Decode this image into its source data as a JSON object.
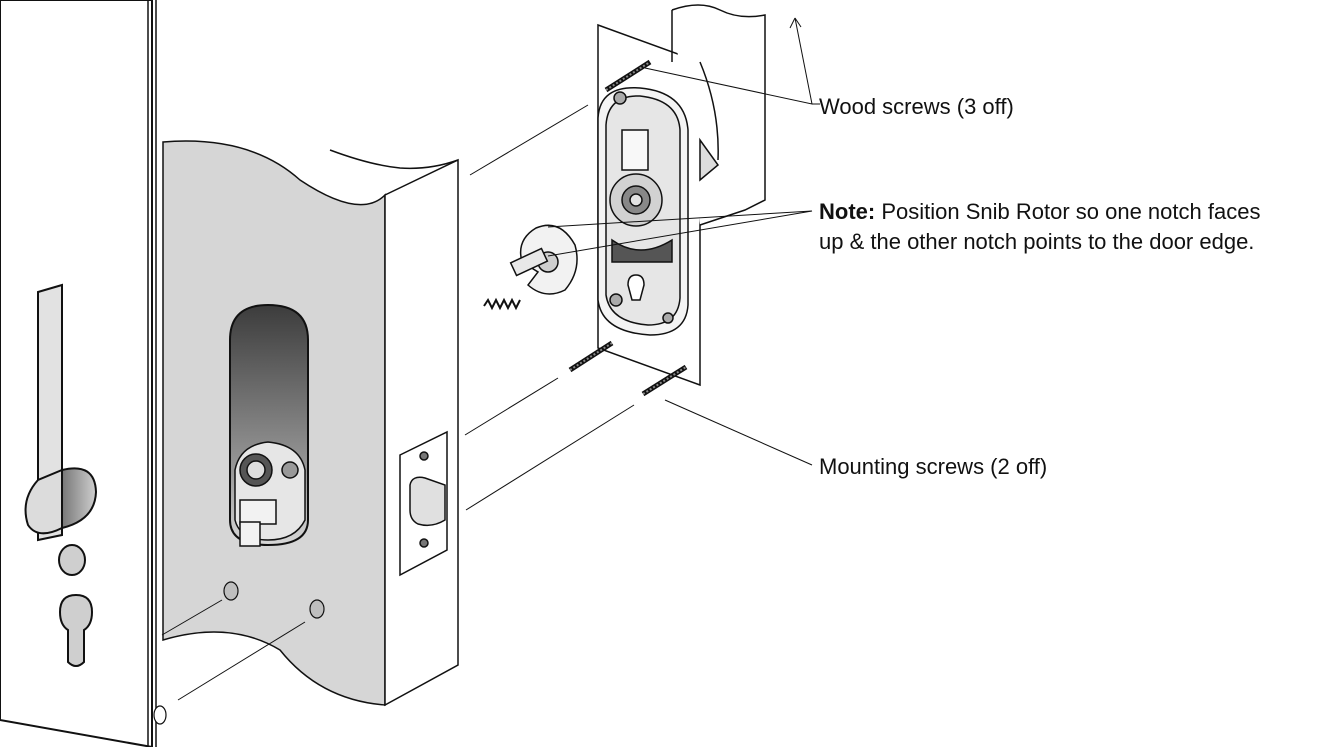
{
  "labels": {
    "wood_screws": "Wood screws (3 off)",
    "note_prefix": "Note:",
    "note_line1": " Position Snib Rotor so one notch faces",
    "note_line2": "up & the other notch points to the door edge.",
    "mounting_screws": "Mounting screws (2 off)"
  },
  "colors": {
    "line": "#111111",
    "door_face": "#d4d4d4",
    "door_edge": "#ffffff",
    "part_fill": "#ececec",
    "cutout_dark": "#4a4a4a"
  }
}
